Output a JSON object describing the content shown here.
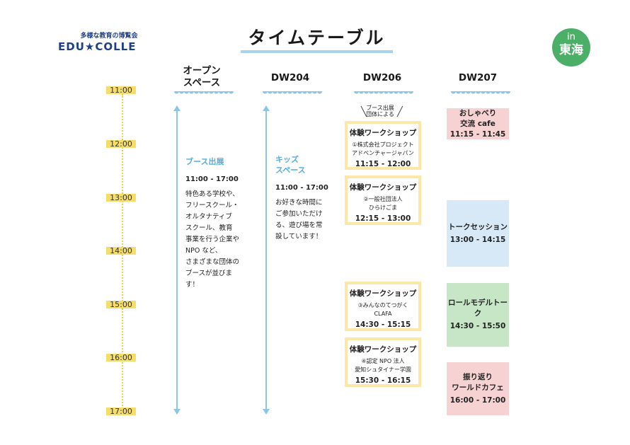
{
  "logo": {
    "tagline": "多様な教育の博覧会",
    "name": "EDU★COLLE"
  },
  "title": "タイムテーブル",
  "badge": {
    "top": "in",
    "location": "東海"
  },
  "columns": [
    {
      "line1": "オープン",
      "line2": "スペース"
    },
    {
      "line1": "DW204"
    },
    {
      "line1": "DW206"
    },
    {
      "line1": "DW207"
    }
  ],
  "times": [
    "11:00",
    "12:00",
    "13:00",
    "14:00",
    "15:00",
    "16:00",
    "17:00"
  ],
  "booth": {
    "title": "ブース出展",
    "time": "11:00 - 17:00",
    "desc": [
      "特色ある学校や、",
      "フリースクール・",
      "オルタナティブ",
      "スクール、教育",
      "事業を行う企業や",
      "NPO など、",
      "さまざまな団体の",
      "ブースが並びま",
      "す！"
    ]
  },
  "kids": {
    "title1": "キッズ",
    "title2": "スペース",
    "time": "11:00 - 17:00",
    "desc": [
      "お好きな時間に",
      "ご参加いただけ",
      "る、遊び場を常",
      "設しています！"
    ]
  },
  "dw206_note": {
    "line1": "ブース出展",
    "line2": "団体による"
  },
  "workshops": [
    {
      "heading": "体験ワークショップ",
      "org1": "①株式会社プロジェクト",
      "org2": "アドベンチャージャパン",
      "time": "11:15 - 12:00"
    },
    {
      "heading": "体験ワークショップ",
      "org1": "②一般社団法人",
      "org2": "ひらけごま",
      "time": "12:15 - 13:00"
    },
    {
      "heading": "体験ワークショップ",
      "org1": "③みんなのてつがく",
      "org2": "CLAFA",
      "time": "14:30 - 15:15"
    },
    {
      "heading": "体験ワークショップ",
      "org1": "④認定 NPO 法人",
      "org2": "愛知シュタイナー学園",
      "time": "15:30 - 16:15"
    }
  ],
  "dw207": [
    {
      "line1": "おしゃべり",
      "line2": "交流 cafe",
      "time": "11:15 - 11:45",
      "color": "#f7d2d2"
    },
    {
      "line1": "トークセッション",
      "line2": "",
      "time": "13:00 - 14:15",
      "color": "#d7e9f6"
    },
    {
      "line1": "ロールモデルトーク",
      "line2": "",
      "time": "14:30 - 15:50",
      "color": "#c7e6c6"
    },
    {
      "line1": "振り返り",
      "line2": "ワールドカフェ",
      "time": "16:00 - 17:00",
      "color": "#f7d2d2"
    }
  ],
  "colors": {
    "accent_blue": "#8cc5e6",
    "time_yellow": "#f5dd6a",
    "brand_navy": "#1f3f86",
    "badge_green": "#4caf68"
  }
}
